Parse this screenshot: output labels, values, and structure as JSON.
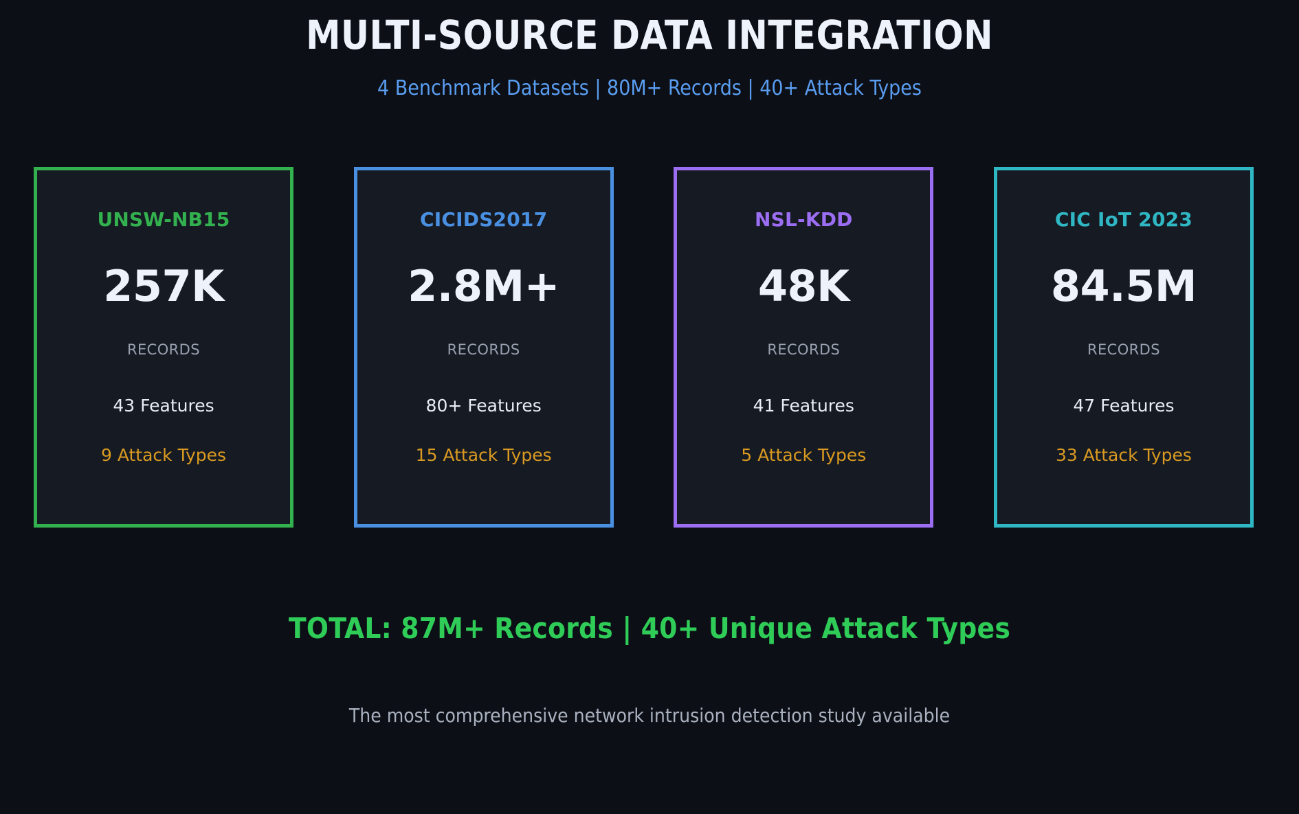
{
  "header": {
    "title": "MULTI-SOURCE DATA INTEGRATION",
    "subtitle": "4 Benchmark Datasets | 80M+ Records | 40+ Attack Types",
    "title_color": "#eef2fb",
    "subtitle_color": "#5a9df0"
  },
  "cards": [
    {
      "name": "UNSW-NB15",
      "records": "257K",
      "records_label": "RECORDS",
      "features": "43 Features",
      "attack_types": "9 Attack Types",
      "accent_color": "#33b14f"
    },
    {
      "name": "CICIDS2017",
      "records": "2.8M+",
      "records_label": "RECORDS",
      "features": "80+ Features",
      "attack_types": "15 Attack Types",
      "accent_color": "#4a90e2"
    },
    {
      "name": "NSL-KDD",
      "records": "48K",
      "records_label": "RECORDS",
      "features": "41 Features",
      "attack_types": "5 Attack Types",
      "accent_color": "#9b6ef3"
    },
    {
      "name": "CIC IoT 2023",
      "records": "84.5M",
      "records_label": "RECORDS",
      "features": "47 Features",
      "attack_types": "33 Attack Types",
      "accent_color": "#2fb7c4"
    }
  ],
  "footer": {
    "total": "TOTAL: 87M+ Records | 40+ Unique Attack Types",
    "total_color": "#2fcc58",
    "note": "The most comprehensive network intrusion detection study available",
    "note_color": "#aab1bf"
  },
  "theme": {
    "page_background": "#0c0f16",
    "card_background": "#161a23",
    "number_color": "#eef2fb",
    "records_label_color": "#99a1b0",
    "features_color": "#e8ecf5",
    "attacks_color": "#d99a21"
  },
  "chart_data": {
    "type": "table",
    "title": "MULTI-SOURCE DATA INTEGRATION",
    "subtitle": "4 Benchmark Datasets | 80M+ Records | 40+ Attack Types",
    "columns": [
      "Dataset",
      "Records",
      "Features",
      "Attack Types"
    ],
    "rows": [
      [
        "UNSW-NB15",
        "257K",
        "43 Features",
        "9 Attack Types"
      ],
      [
        "CICIDS2017",
        "2.8M+",
        "80+ Features",
        "15 Attack Types"
      ],
      [
        "NSL-KDD",
        "48K",
        "41 Features",
        "5 Attack Types"
      ],
      [
        "CIC IoT 2023",
        "84.5M",
        "47 Features",
        "33 Attack Types"
      ]
    ],
    "categories": [
      "UNSW-NB15",
      "CICIDS2017",
      "NSL-KDD",
      "CIC IoT 2023"
    ],
    "series": [
      {
        "name": "Records",
        "values": [
          257000,
          2800000,
          48000,
          84500000
        ]
      },
      {
        "name": "Features",
        "values": [
          43,
          80,
          41,
          47
        ]
      },
      {
        "name": "Attack Types",
        "values": [
          9,
          15,
          5,
          33
        ]
      }
    ],
    "annotations": [
      "TOTAL: 87M+ Records | 40+ Unique Attack Types",
      "The most comprehensive network intrusion detection study available"
    ],
    "grid": false,
    "legend": "none"
  }
}
